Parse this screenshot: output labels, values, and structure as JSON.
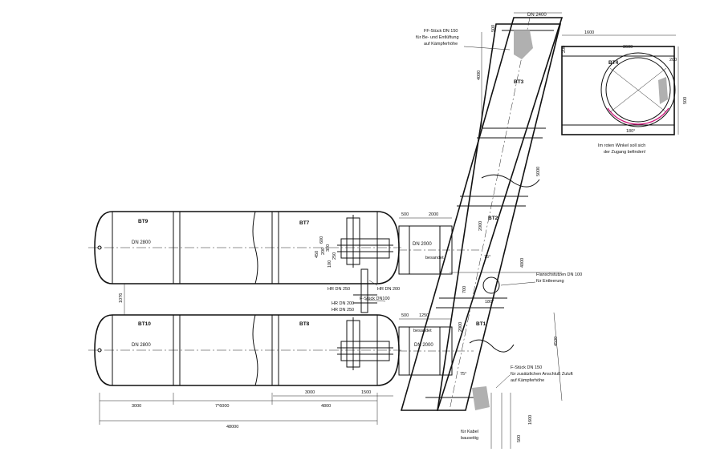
{
  "tanks": {
    "bt9": {
      "tag": "BT9",
      "dn": "DN 2800"
    },
    "bt7": {
      "tag": "BT7"
    },
    "bt10": {
      "tag": "BT10",
      "dn": "DN 2800"
    },
    "bt8": {
      "tag": "BT8"
    }
  },
  "shaft": {
    "bt1": "BT1",
    "bt2": "BT2",
    "bt3": "BT3",
    "bt4": "BT4",
    "dn_top": "DN 2400",
    "connector_top_dn": "DN 2000",
    "connector_bottom_dn": "DN 2000",
    "besandet_top": "besandet",
    "besandet_bottom": "besandet",
    "angle_upper": "75°",
    "angle_lower": "75°",
    "angle_mid": "180°",
    "angle_bt4": "180°"
  },
  "notes": {
    "ff_stueck_1": "FF-Stück DN 150",
    "ff_stueck_2": "für Be- und Entlüftung",
    "ff_stueck_3": "auf Kämpferhöhe",
    "red_angle_1": "Im roten Winkel soll sich",
    "red_angle_2": "der Zugang befinden!",
    "flansch_1": "Flanschstutzen DN 100",
    "flansch_2": "für Entleerung",
    "f_stueck_1": "F-Stück DN 150",
    "f_stueck_2": "für zusätzlichen Anschluß Zuluft",
    "f_stueck_3": "auf Kämpferhöhe",
    "kabel_1": "für Kabel",
    "kabel_2": "bauseitig",
    "hr_dn250_a": "HR DN 250",
    "hr_dn200_a": "HR DN 200",
    "f_dn100": "F-Stück DN100",
    "hr_dn200_b": "HR DN 200",
    "hr_dn250_b": "HR DN 250"
  },
  "dims": {
    "d3000a": "3000",
    "d7x6000": "7*6000",
    "d4800": "4800",
    "d48000": "48000",
    "d3000b": "3000",
    "d1500": "1500",
    "d1076": "1076",
    "d500a": "500",
    "d2000a": "2000",
    "d500b": "500",
    "d1250": "1250",
    "d450": "450",
    "d200": "200",
    "d300": "300",
    "d600": "600",
    "d100": "100",
    "d250": "250",
    "d4000a": "4000",
    "d5000": "5000",
    "d4000b": "4000",
    "d2000b": "2000",
    "d2000c": "2000",
    "d700": "700",
    "d4500": "4500",
    "d1600a": "1600",
    "d3600": "3600",
    "d200b": "200",
    "d200c": "200",
    "d500c": "500",
    "d500d": "500",
    "d1600b": "1600",
    "d500e": "500"
  },
  "colors": {
    "line": "#111111",
    "accent": "#cc1177",
    "fill": "#b0b0b0"
  }
}
